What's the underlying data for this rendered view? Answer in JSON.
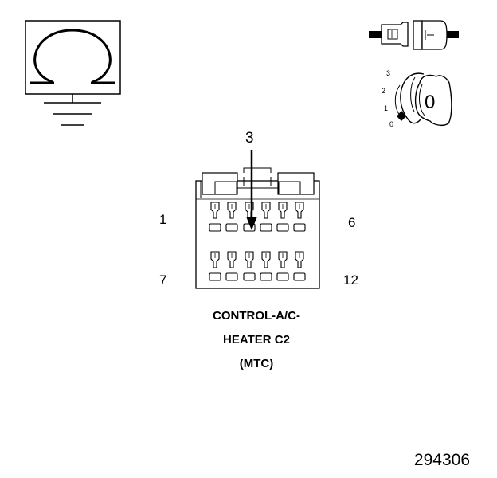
{
  "ohmmeter_symbol": "Ω",
  "connector": {
    "title_line1": "CONTROL-A/C-",
    "title_line2": "HEATER C2",
    "title_line3": "(MTC)",
    "pin_top_left": "1",
    "pin_top_right": "6",
    "pin_bottom_left": "7",
    "pin_bottom_right": "12",
    "indicated_pin": "3"
  },
  "ignition_key": {
    "positions": [
      "3",
      "2",
      "1",
      "0"
    ],
    "key_position": "0"
  },
  "figure_number": "294306"
}
